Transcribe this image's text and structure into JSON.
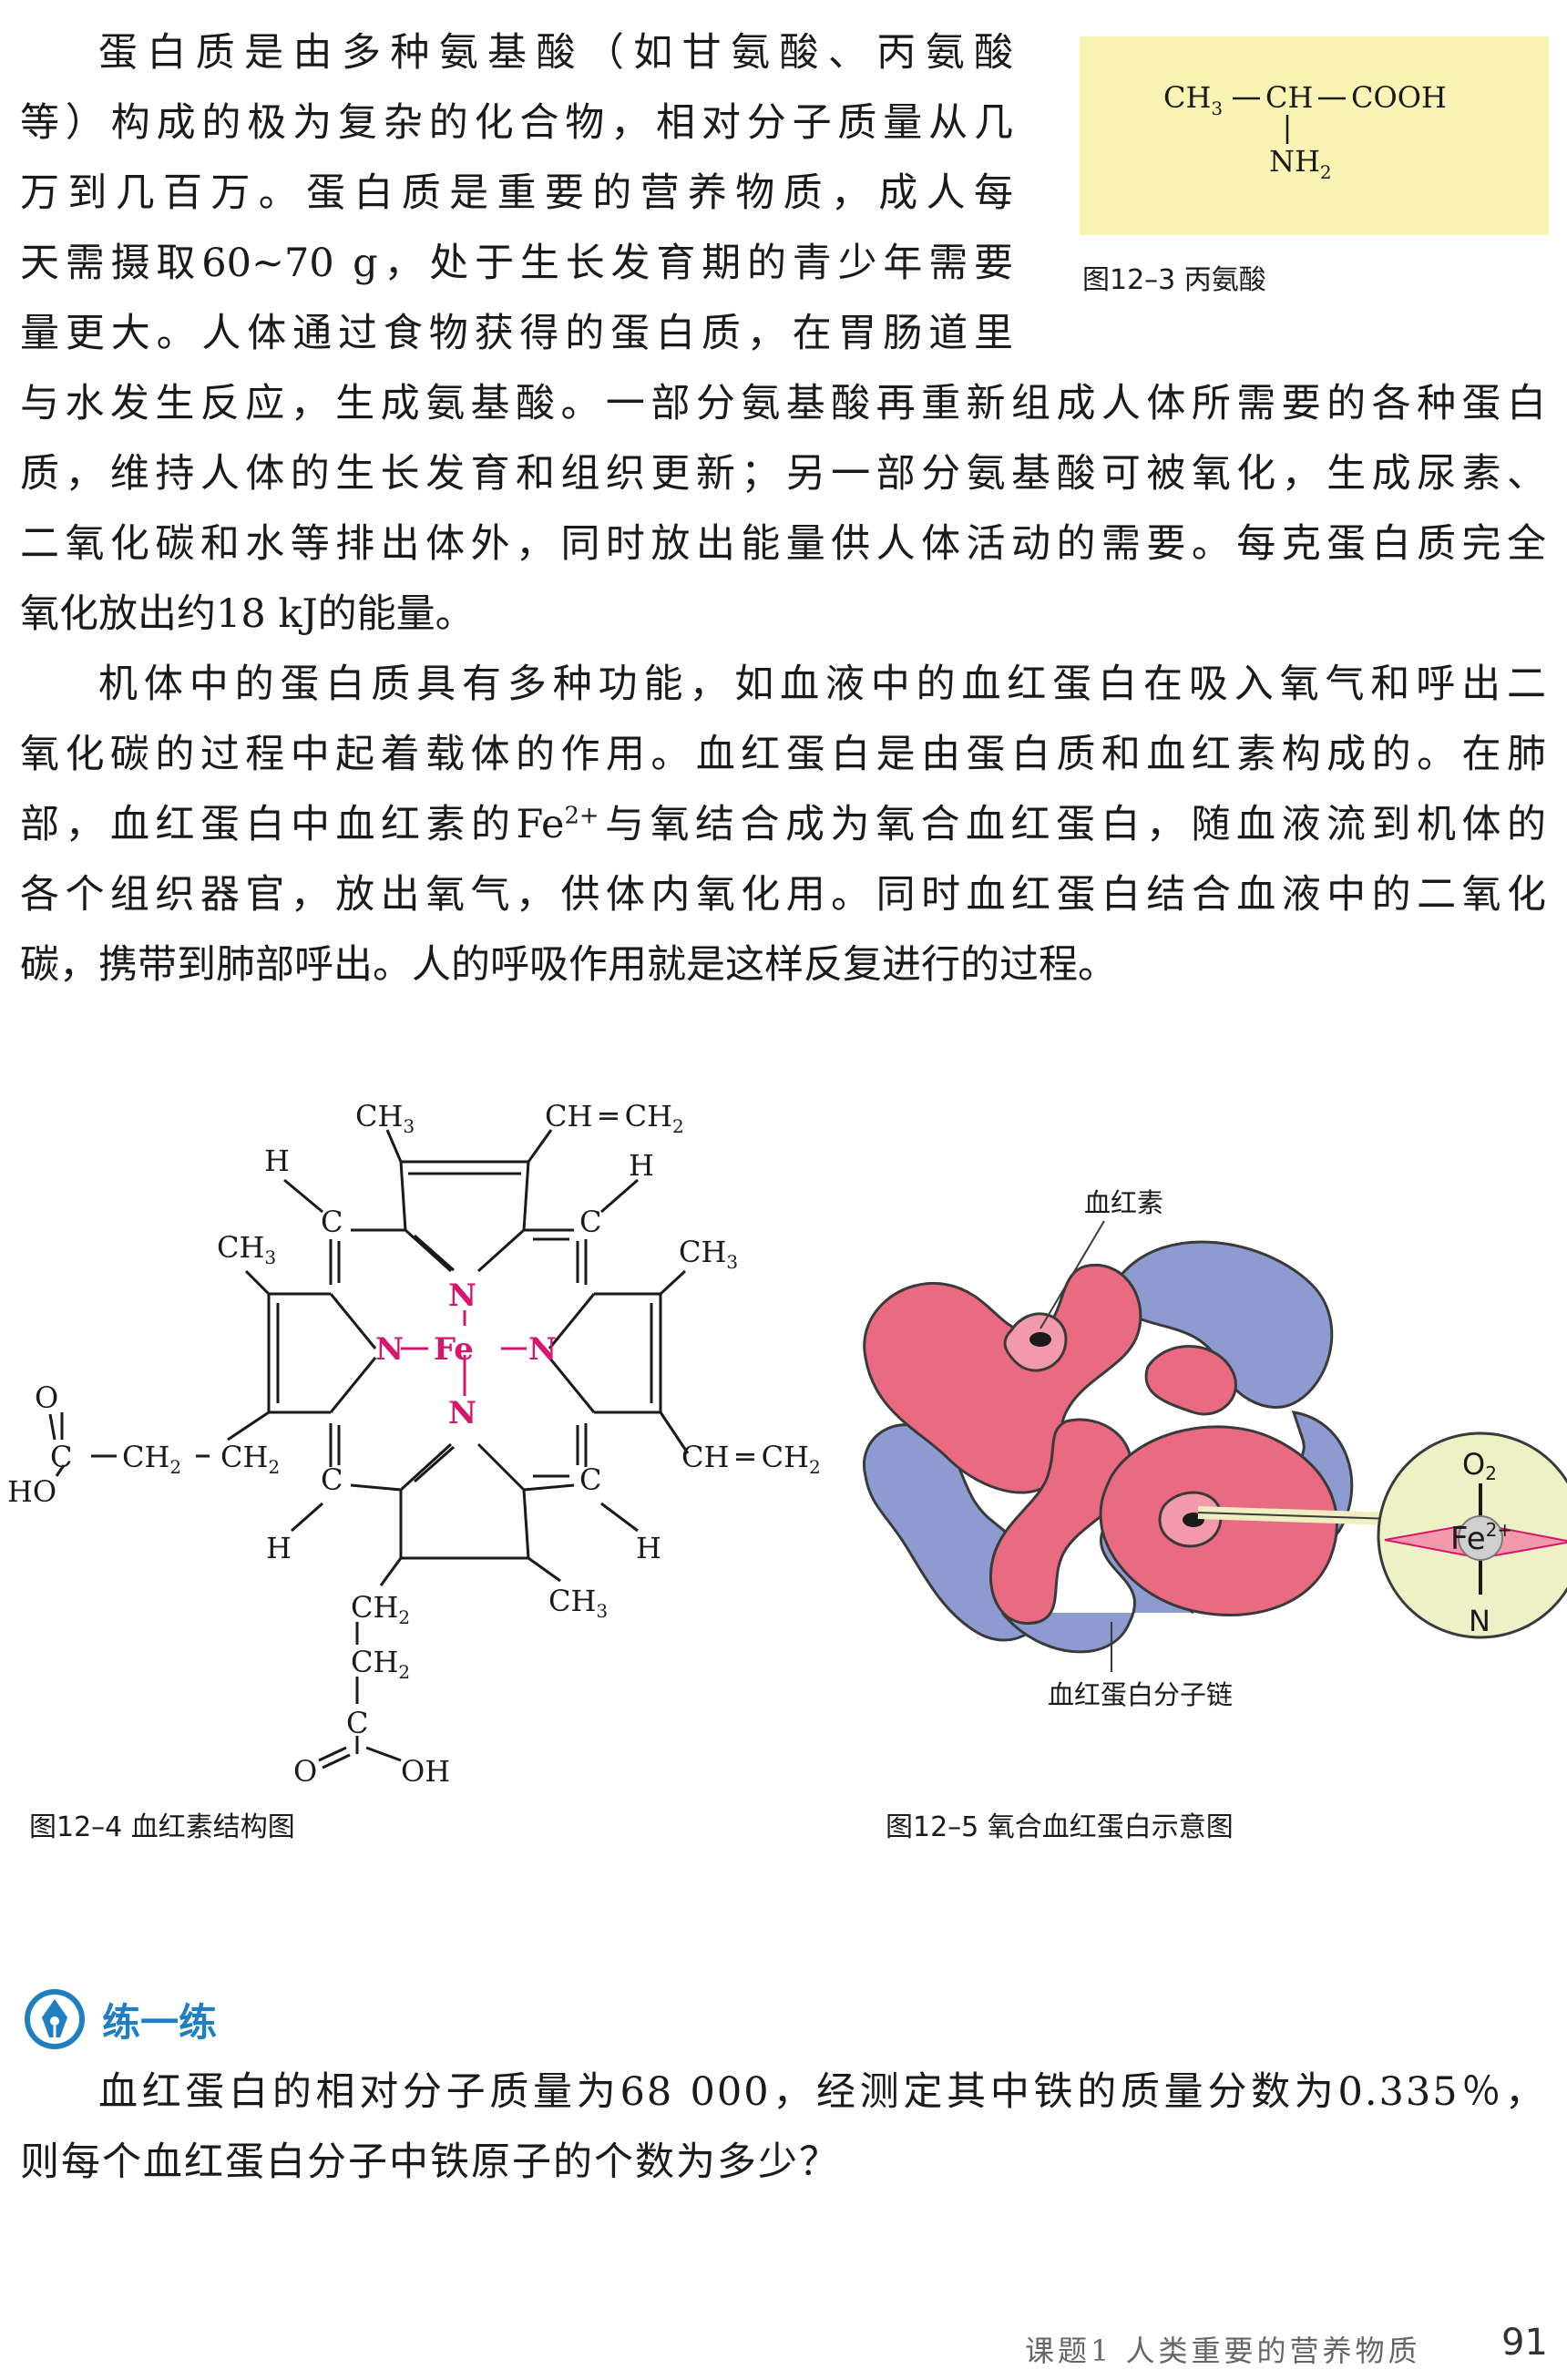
{
  "paragraph1": {
    "lines": [
      "蛋白质是由多种氨基酸（如甘氨酸、丙氨酸",
      "等）构成的极为复杂的化合物，相对分子质量从几",
      "万到几百万。蛋白质是重要的营养物质，成人每",
      "天需摄取60~70 g，处于生长发育期的青少年需要",
      "量更大。人体通过食物获得的蛋白质，在胃肠道里",
      "与水发生反应，生成氨基酸。一部分氨基酸再重新组成人体所需要的各种蛋白",
      "质，维持人体的生长发育和组织更新；另一部分氨基酸可被氧化，生成尿素、",
      "二氧化碳和水等排出体外，同时放出能量供人体活动的需要。每克蛋白质完全",
      "氧化放出约18 kJ的能量。"
    ]
  },
  "paragraph2": {
    "lines": [
      "机体中的蛋白质具有多种功能，如血液中的血红蛋白在吸入氧气和呼出二",
      "氧化碳的过程中起着载体的作用。血红蛋白是由蛋白质和血红素构成的。在肺",
      "部，血红蛋白中血红素的Fe",
      "2+",
      "与氧结合成为氧合血红蛋白，随血液流到机体的",
      "各个组织器官，放出氧气，供体内氧化用。同时血红蛋白结合血液中的二氧化",
      "碳，携带到肺部呼出。人的呼吸作用就是这样反复进行的过程。"
    ]
  },
  "figure_12_3": {
    "caption": "图12–3  丙氨酸",
    "formula": {
      "ch3": "CH",
      "ch3_sub": "3",
      "ch": "CH",
      "cooh": "COOH",
      "nh2": "NH",
      "nh2_sub": "2"
    }
  },
  "figure_12_4": {
    "caption": "图12–4  血红素结构图",
    "atoms": {
      "ch3": "CH",
      "sub3": "3",
      "ch2": "CH",
      "sub2": "2",
      "ch": "CH",
      "h": "H",
      "c": "C",
      "n": "N",
      "fe": "Fe",
      "o": "O",
      "ho": "HO",
      "oh": "OH",
      "vinyl_a": "CH",
      "vinyl_b": "CH"
    }
  },
  "figure_12_5": {
    "caption": "图12–5  氧合血红蛋白示意图",
    "label_heme": "血红素",
    "label_chain": "血红蛋白分子链",
    "inset_o2": "O",
    "inset_o2_sub": "2",
    "inset_fe": "Fe",
    "inset_fe_charge": "2+",
    "inset_n": "N"
  },
  "exercise": {
    "title": "练一练",
    "lines": [
      "血红蛋白的相对分子质量为68 000，经测定其中铁的质量分数为0.335％，",
      "则每个血红蛋白分子中铁原子的个数为多少？"
    ]
  },
  "footer": {
    "lesson": "课题1  人类重要的营养物质",
    "page": "91"
  },
  "colors": {
    "alanine_box": "#f9f3b4",
    "heme_core": "#d6166d",
    "protein_red": "#ea6a82",
    "protein_blue": "#8e9bd0",
    "inset_circle": "#eef1c6",
    "exercise_title": "#1f7fc0"
  }
}
